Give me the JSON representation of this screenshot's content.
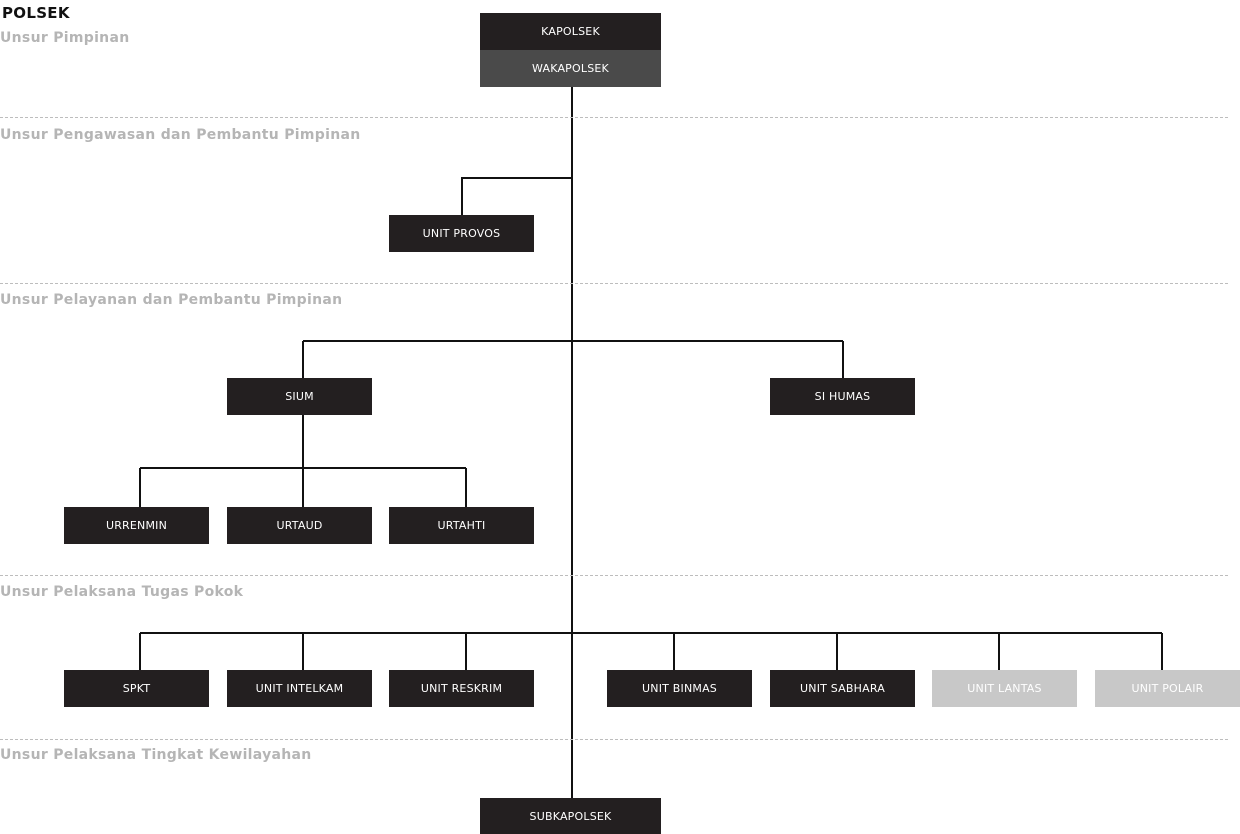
{
  "title": "POLSEK",
  "sections": [
    "Unsur Pimpinan",
    "Unsur Pengawasan dan Pembantu Pimpinan",
    "Unsur Pelayanan dan Pembantu Pimpinan",
    "Unsur Pelaksana Tugas Pokok",
    "Unsur Pelaksana Tingkat Kewilayahan"
  ],
  "units": {
    "kapolsek": "KAPOLSEK",
    "wakapolsek": "WAKAPOLSEK",
    "provos": "UNIT PROVOS",
    "sium": "SIUM",
    "sihumas": "SI HUMAS",
    "urrenmin": "URRENMIN",
    "urtaud": "URTAUD",
    "urtahti": "URTAHTI",
    "spkt": "SPKT",
    "intelkam": "UNIT INTELKAM",
    "reskrim": "UNIT RESKRIM",
    "binmas": "UNIT BINMAS",
    "sabhara": "UNIT SABHARA",
    "lantas": "UNIT LANTAS",
    "polair": "UNIT POLAIR",
    "subkapolsek": "SUBKAPOLSEK"
  },
  "colors": {
    "box": "#231f20",
    "box_secondary": "#4a4a4a",
    "box_muted": "#c8c8c8",
    "line": "#111111",
    "section_label": "#b5b5b5"
  }
}
